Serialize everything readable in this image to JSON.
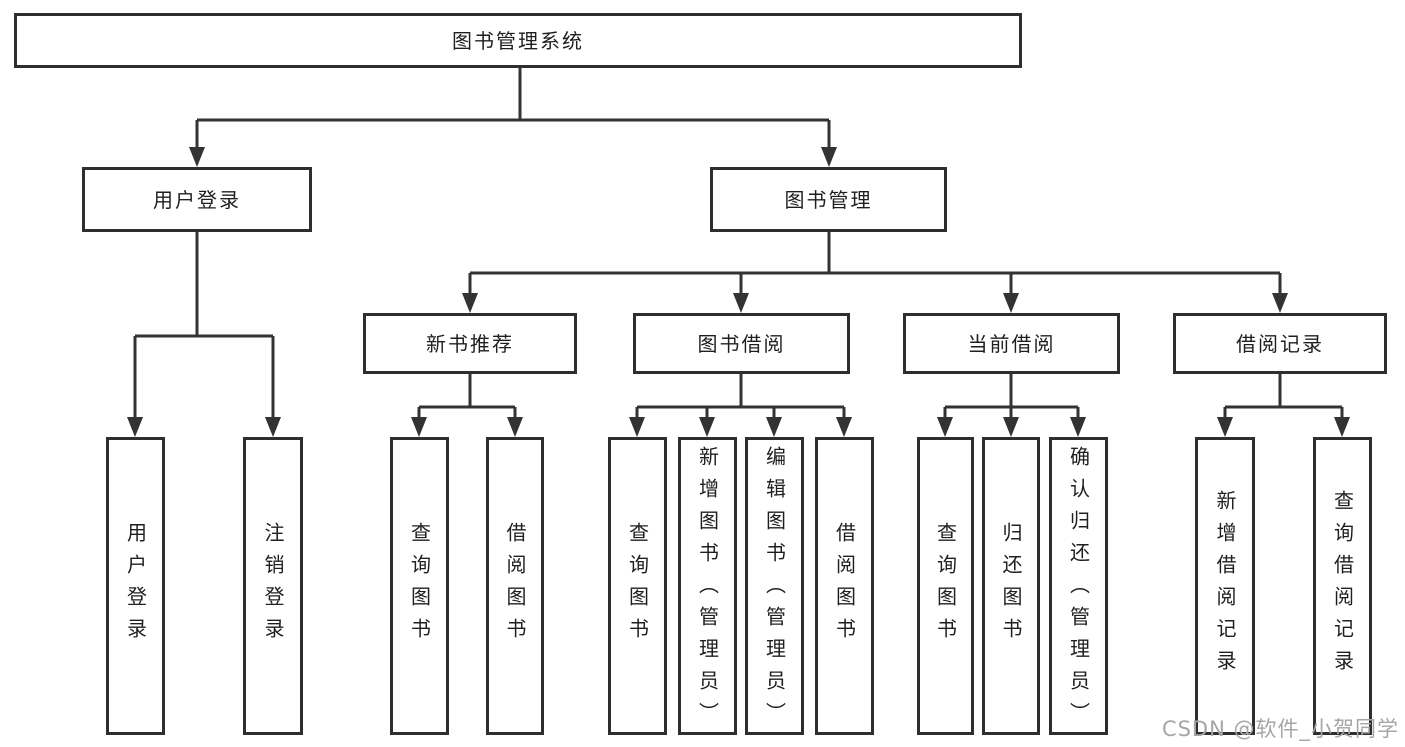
{
  "root": {
    "label": "图书管理系统"
  },
  "user_login": {
    "label": "用户登录",
    "children": [
      {
        "label": "用户登录"
      },
      {
        "label": "注销登录"
      }
    ]
  },
  "book_management": {
    "label": "图书管理",
    "modules": [
      {
        "label": "新书推荐",
        "children": [
          {
            "label": "查询图书"
          },
          {
            "label": "借阅图书"
          }
        ]
      },
      {
        "label": "图书借阅",
        "children": [
          {
            "label": "查询图书"
          },
          {
            "label": "新增图书（管理员）"
          },
          {
            "label": "编辑图书（管理员）"
          },
          {
            "label": "借阅图书"
          }
        ]
      },
      {
        "label": "当前借阅",
        "children": [
          {
            "label": "查询图书"
          },
          {
            "label": "归还图书"
          },
          {
            "label": "确认归还（管理员）"
          }
        ]
      },
      {
        "label": "借阅记录",
        "children": [
          {
            "label": "新增借阅记录"
          },
          {
            "label": "查询借阅记录"
          }
        ]
      }
    ]
  },
  "watermark": {
    "label": "CSDN @软件_小贺同学"
  },
  "colors": {
    "line": "#333333",
    "border": "#2e2e2e",
    "text": "#1f1f1f",
    "watermark": "#a6a6a6",
    "background": "#ffffff"
  }
}
